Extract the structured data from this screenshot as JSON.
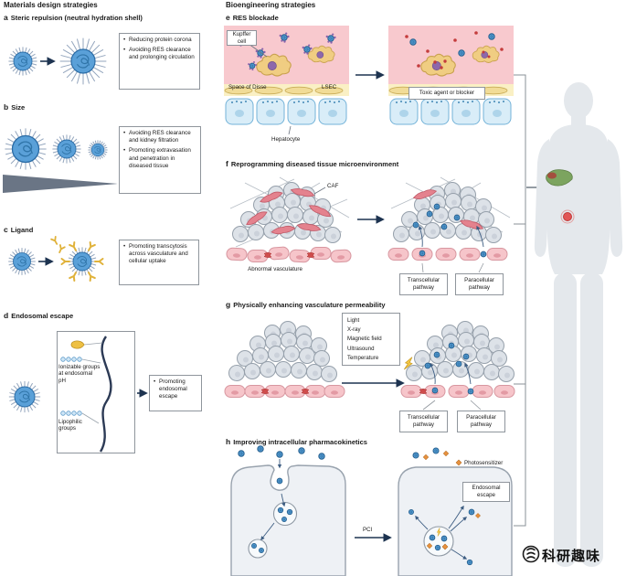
{
  "headers": {
    "left": "Materials design strategies",
    "right": "Bioengineering strategies"
  },
  "panels": {
    "a": {
      "letter": "a",
      "title": "Steric repulsion (neutral hydration shell)",
      "bullets": [
        "Reducing protein corona",
        "Avoiding RES clearance and prolonging circulation"
      ]
    },
    "b": {
      "letter": "b",
      "title": "Size",
      "bullets": [
        "Avoiding RES clearance and kidney filtration",
        "Promoting extravasation and penetration in diseased tissue"
      ]
    },
    "c": {
      "letter": "c",
      "title": "Ligand",
      "bullets": [
        "Promoting transcytosis across vasculature and cellular uptake"
      ]
    },
    "d": {
      "letter": "d",
      "title": "Endosomal escape",
      "label_ionizable": "Ionizable groups at endosomal pH",
      "label_lipophilic": "Lipophilic groups",
      "bullets": [
        "Promoting endosomal escape"
      ]
    },
    "e": {
      "letter": "e",
      "title": "RES blockade",
      "labels": {
        "kupffer": "Kupffer cell",
        "space_of_disse": "Space of Disse",
        "lsec": "LSEC",
        "hepatocyte": "Hepatocyte",
        "toxic": "Toxic agent or blocker"
      }
    },
    "f": {
      "letter": "f",
      "title": "Reprogramming diseased tissue microenvironment",
      "labels": {
        "caf": "CAF",
        "abnormal": "Abnormal vasculature",
        "transcellular": "Transcellular pathway",
        "paracellular": "Paracellular pathway"
      }
    },
    "g": {
      "letter": "g",
      "title": "Physically enhancing vasculature permeability",
      "stimuli": [
        "Light",
        "X-ray",
        "Magnetic field",
        "Ultrasound",
        "Temperature"
      ],
      "labels": {
        "transcellular": "Transcellular pathway",
        "paracellular": "Paracellular pathway"
      }
    },
    "h": {
      "letter": "h",
      "title": "Improving intracellular pharmacokinetics",
      "labels": {
        "photosensitizer": "Photosensitizer",
        "endosomal_escape": "Endosomal escape",
        "pci": "PCI"
      }
    }
  },
  "watermark": "科研趣味"
}
